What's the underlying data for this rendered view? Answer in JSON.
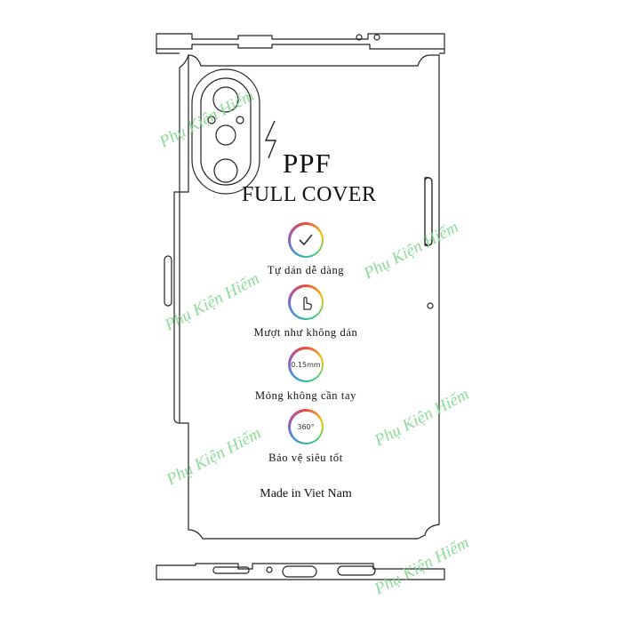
{
  "product": {
    "title": "PPF",
    "subtitle": "FULL COVER",
    "made_in": "Made in Viet Nam"
  },
  "features": [
    {
      "label": "Tự dán dễ dàng",
      "icon": "check-icon"
    },
    {
      "label": "Mượt như không dán",
      "icon": "touch-hand-icon"
    },
    {
      "label": "Mỏng không cần tay",
      "icon": "thickness-icon",
      "icon_text": "0.15mm"
    },
    {
      "label": "Bảo vệ siêu tốt",
      "icon": "rotate-360-icon",
      "icon_text": "360°"
    }
  ],
  "watermark": {
    "text": "Phụ Kiện Hiếm",
    "color": "#7fd98c"
  },
  "colors": {
    "outline": "#222222",
    "background": "#ffffff"
  }
}
